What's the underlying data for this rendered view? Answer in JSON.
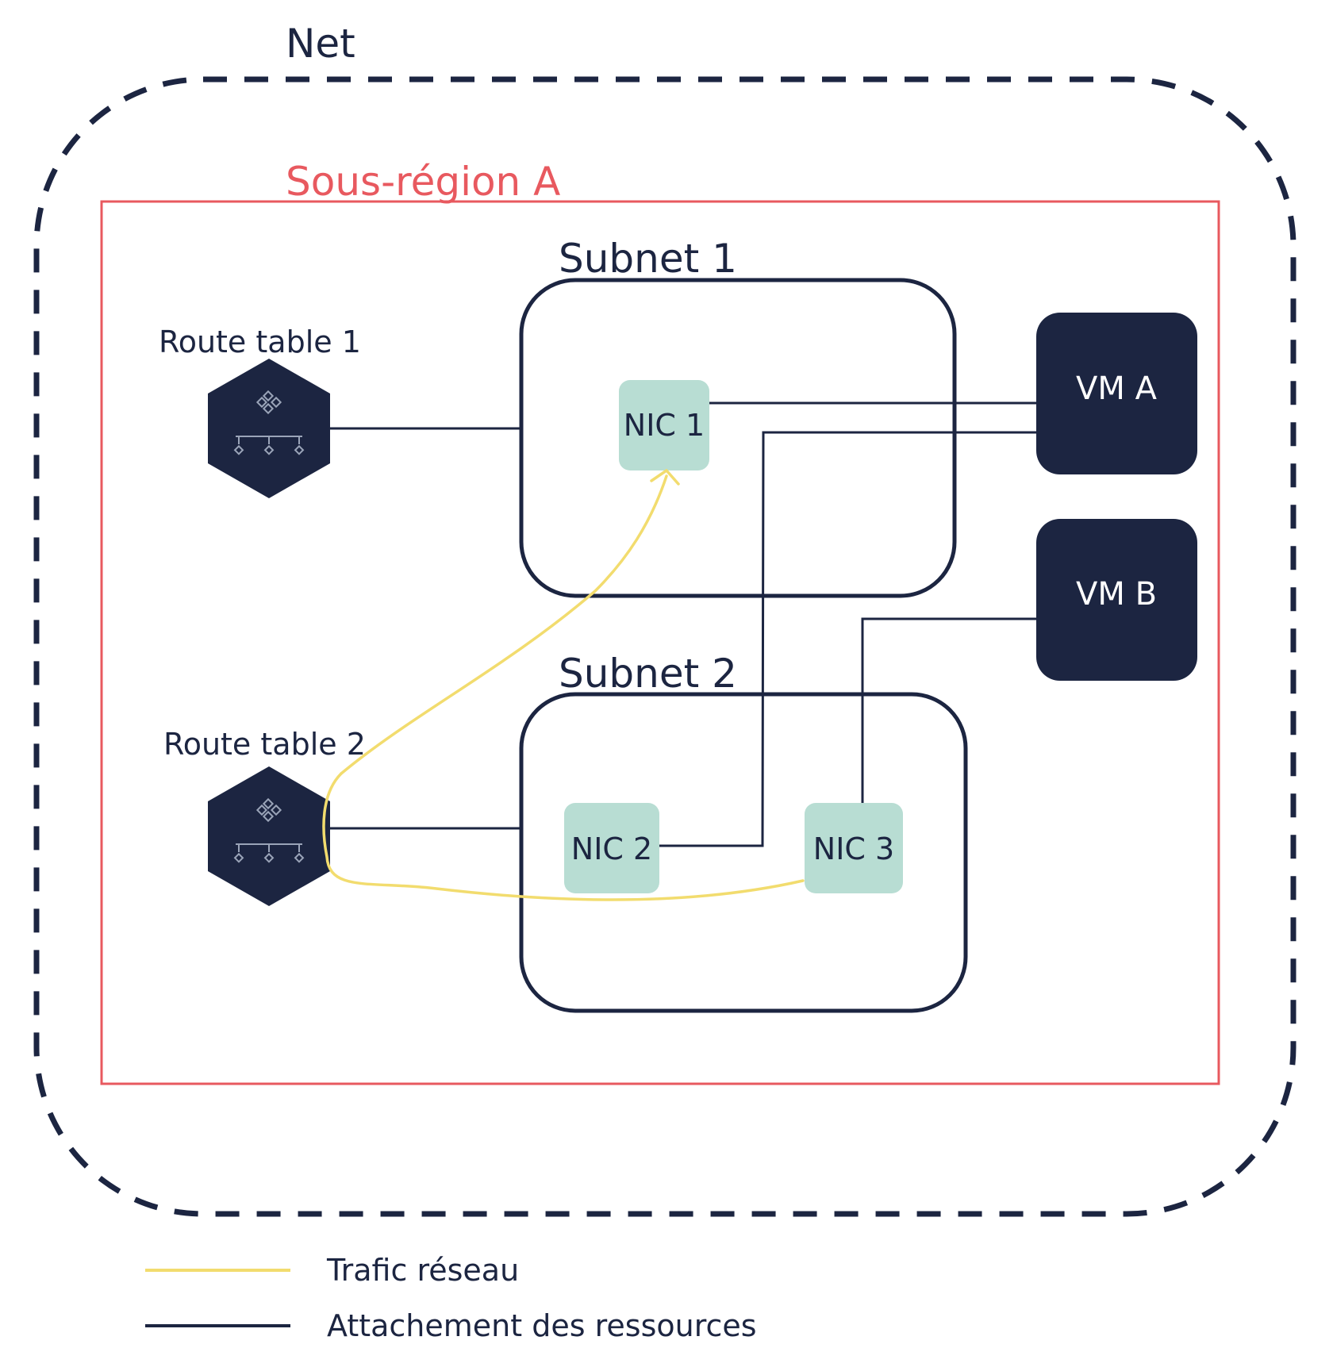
{
  "net": {
    "label": "Net"
  },
  "subregion": {
    "label": "Sous-région A"
  },
  "subnets": [
    {
      "label": "Subnet 1"
    },
    {
      "label": "Subnet 2"
    }
  ],
  "route_tables": [
    {
      "label": "Route table 1"
    },
    {
      "label": "Route table 2"
    }
  ],
  "nics": [
    {
      "label": "NIC 1"
    },
    {
      "label": "NIC 2"
    },
    {
      "label": "NIC 3"
    }
  ],
  "vms": [
    {
      "label": "VM A"
    },
    {
      "label": "VM B"
    }
  ],
  "legend": [
    {
      "label": "Trafic réseau",
      "color": "#f2dc6e"
    },
    {
      "label": "Attachement des ressources",
      "color": "#1c2541"
    }
  ],
  "colors": {
    "navy": "#1c2541",
    "red": "#e8595f",
    "nic_fill": "#b8ddd3",
    "traffic": "#f2dc6e"
  },
  "icons": {
    "route_table": "network-hexagon-icon"
  }
}
